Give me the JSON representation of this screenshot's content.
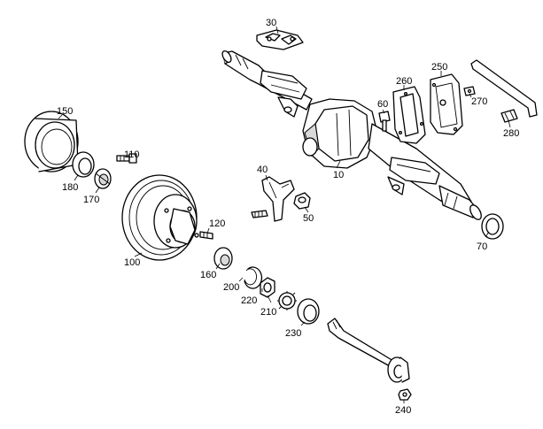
{
  "callouts": {
    "c10": "10",
    "c30": "30",
    "c40": "40",
    "c50": "50",
    "c60": "60",
    "c70": "70",
    "c100": "100",
    "c110": "110",
    "c120": "120",
    "c150": "150",
    "c160": "160",
    "c170": "170",
    "c180": "180",
    "c200": "200",
    "c210": "210",
    "c220": "220",
    "c230": "230",
    "c240": "240",
    "c250": "250",
    "c260": "260",
    "c270": "270",
    "c280": "280"
  }
}
